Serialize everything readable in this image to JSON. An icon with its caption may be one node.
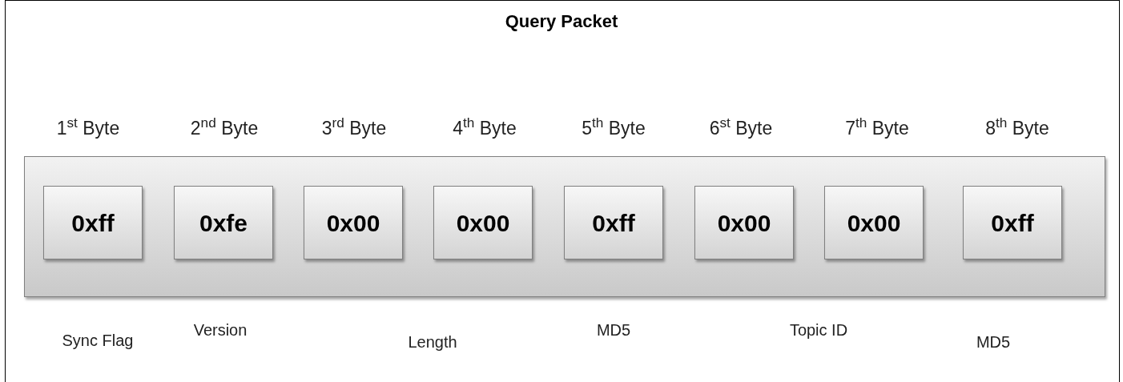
{
  "diagram": {
    "title": "Query Packet",
    "nodes": [
      {
        "text": [],
        "shape": "box"
      },
      {
        "text": [
          "0xff"
        ],
        "in": 0
      },
      {
        "text": [
          "0xfe"
        ],
        "in": 0
      },
      {
        "text": [
          "0x00"
        ],
        "in": 0
      },
      {
        "text": [
          "0x00"
        ],
        "in": 0
      },
      {
        "text": [
          "0xff"
        ],
        "in": 0
      },
      {
        "text": [
          "0x00"
        ],
        "in": 0
      },
      {
        "text": [
          "0x00"
        ],
        "in": 0
      },
      {
        "text": [
          "0xff"
        ],
        "in": 0
      }
    ],
    "edges": [],
    "labels": [
      "1$^{st}$ Byte",
      "2$^{nd}$ Byte",
      "3$^{rd}$ Byte",
      "4$^{th}$ Byte",
      "5$^{th}$ Byte",
      "6$^{st}$ Byte",
      "7$^{th}$ Byte",
      "8$^{th}$ Byte",
      "Sync Flag",
      "Version",
      "Length",
      "MD5",
      "Topic ID",
      "MD5"
    ]
  }
}
